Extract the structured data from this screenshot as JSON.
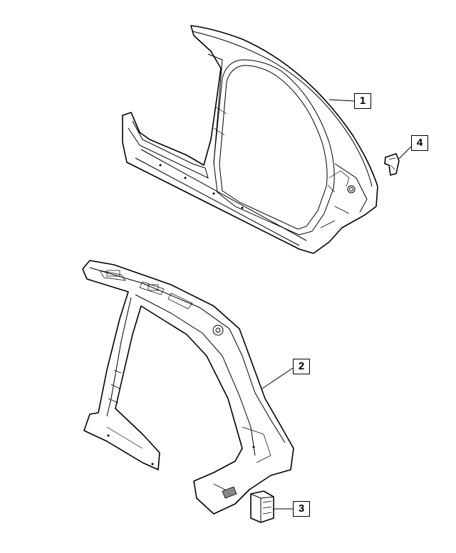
{
  "callouts": [
    {
      "label": "1",
      "part": "upper-aperture-panel"
    },
    {
      "label": "2",
      "part": "lower-inner-panel"
    },
    {
      "label": "3",
      "part": "small-block"
    },
    {
      "label": "4",
      "part": "bracket"
    }
  ],
  "colors": {
    "line": "#000000",
    "background": "#ffffff"
  }
}
